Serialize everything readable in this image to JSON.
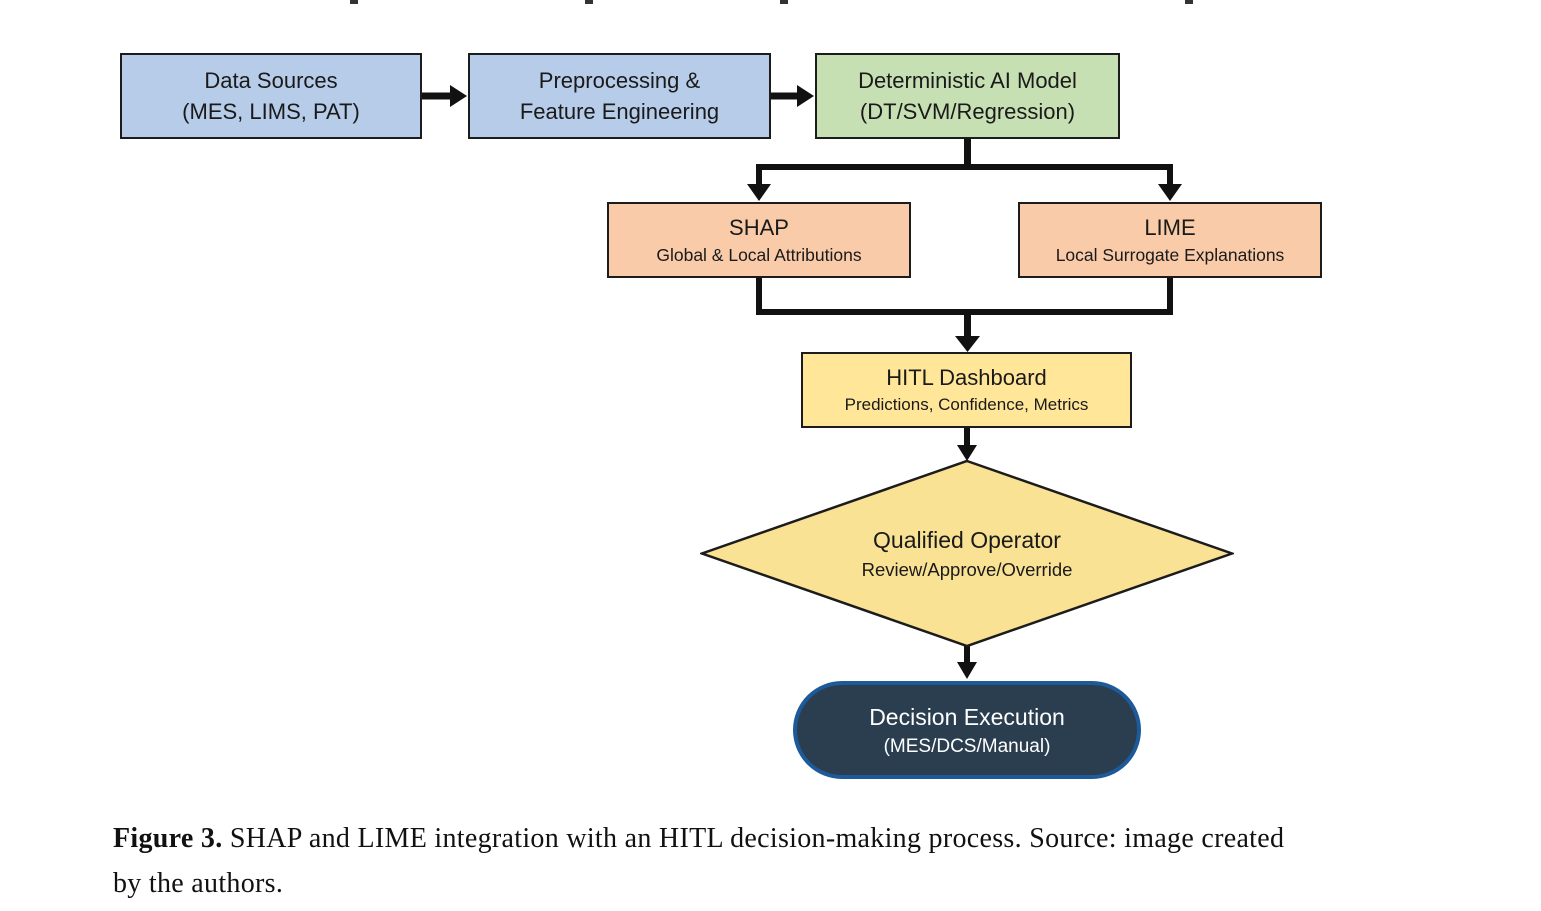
{
  "diagram": {
    "arrow_color": "#111111",
    "colors": {
      "box_border": "#1C1C1C",
      "blue_fill": "#B6CCE9",
      "green_fill": "#C6E0B4",
      "orange_fill": "#F9CBA8",
      "yellow_fill": "#FFE699",
      "gold_fill": "#FAE294",
      "navy_fill": "#2B3E50",
      "navy_border": "#1C5A99"
    },
    "nodes": {
      "data_sources": {
        "line1": "Data Sources",
        "line2": "(MES, LIMS, PAT)",
        "fill": "#B6CCE9"
      },
      "preprocessing": {
        "line1": "Preprocessing &",
        "line2": "Feature Engineering",
        "fill": "#B6CCE9"
      },
      "ai_model": {
        "line1": "Deterministic AI Model",
        "line2": "(DT/SVM/Regression)",
        "fill": "#C6E0B4"
      },
      "shap": {
        "title": "SHAP",
        "subtitle": "Global & Local Attributions",
        "fill": "#F9CBA8"
      },
      "lime": {
        "title": "LIME",
        "subtitle": "Local Surrogate Explanations",
        "fill": "#F9CBA8"
      },
      "hitl_dashboard": {
        "title": "HITL Dashboard",
        "subtitle": "Predictions, Confidence, Metrics",
        "fill": "#FFE699"
      },
      "qualified_operator": {
        "title": "Qualified Operator",
        "subtitle": "Review/Approve/Override",
        "fill": "#FAE294"
      },
      "decision_execution": {
        "title": "Decision Execution",
        "subtitle": "(MES/DCS/Manual)",
        "fill": "#2B3E50",
        "border": "#1C5A99",
        "text_color": "#FFFFFF"
      }
    },
    "edges": [
      {
        "from": "data_sources",
        "to": "preprocessing"
      },
      {
        "from": "preprocessing",
        "to": "ai_model"
      },
      {
        "from": "ai_model",
        "to": "shap"
      },
      {
        "from": "ai_model",
        "to": "lime"
      },
      {
        "from": "shap",
        "to": "hitl_dashboard"
      },
      {
        "from": "lime",
        "to": "hitl_dashboard"
      },
      {
        "from": "hitl_dashboard",
        "to": "qualified_operator"
      },
      {
        "from": "qualified_operator",
        "to": "decision_execution"
      }
    ]
  },
  "caption": {
    "label": "Figure 3.",
    "line1_rest": " SHAP and LIME integration with an HITL decision-making process. Source: image created",
    "line2": "by the authors."
  }
}
